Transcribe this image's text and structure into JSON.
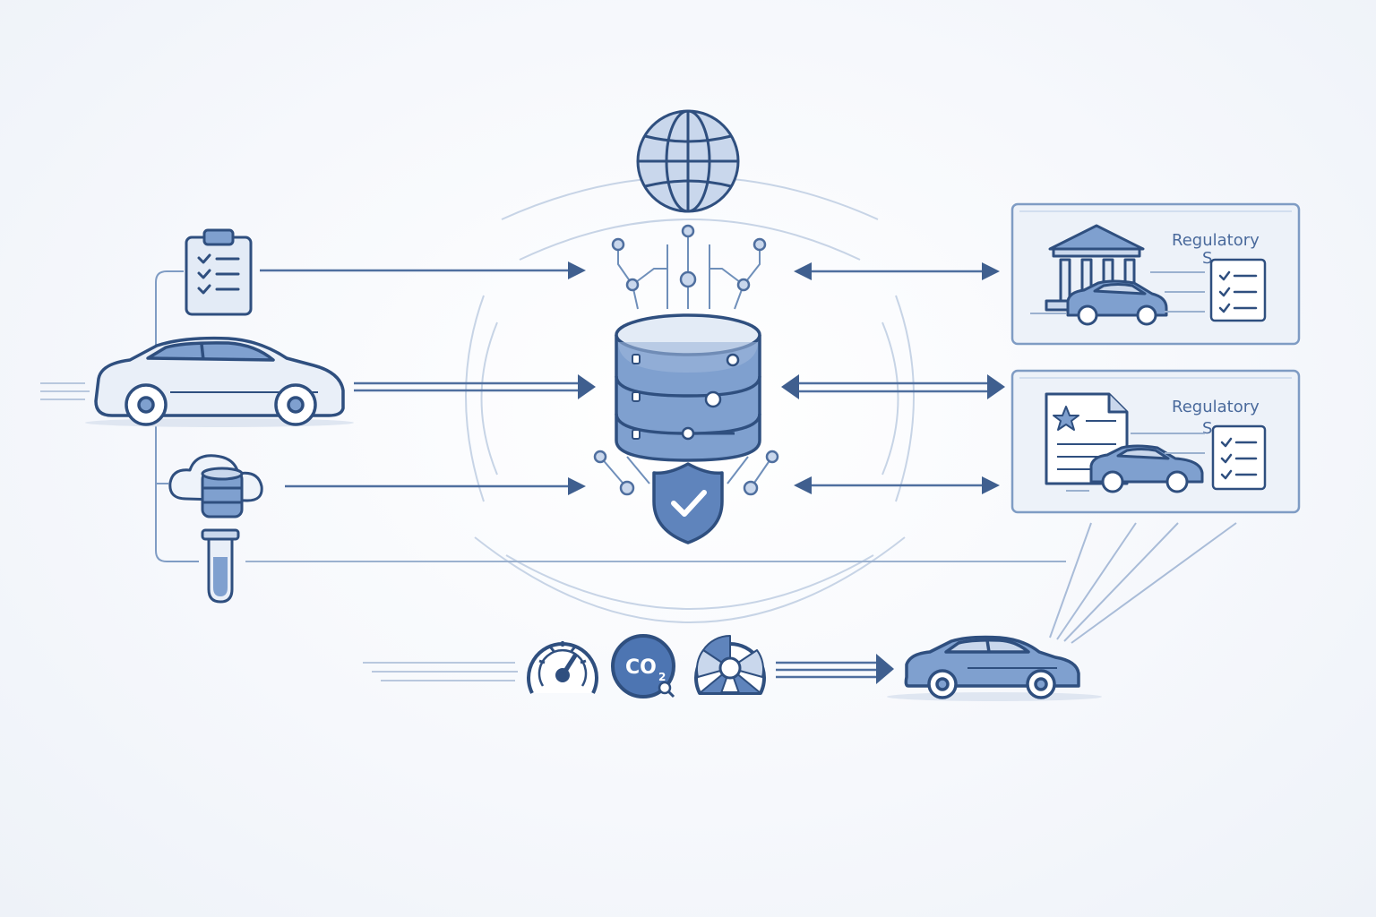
{
  "panels": [
    {
      "title": "Regulatory",
      "subtitle": "S"
    },
    {
      "title": "Regulatory",
      "subtitle": "S"
    }
  ],
  "gauges": {
    "co2_label": "CO",
    "co2_sub": "2"
  },
  "colors": {
    "stroke": "#2f4f7f",
    "fill": "#7fa0cf",
    "fill_light": "#c9d7ec",
    "fill_pale": "#e3ebf6",
    "line": "#6f8fba",
    "arc": "#c7d4e6"
  },
  "icons": [
    "clipboard-icon",
    "car-icon",
    "cloud-database-icon",
    "test-tube-icon",
    "globe-icon",
    "database-server-icon",
    "shield-check-icon",
    "bank-icon",
    "certificate-icon",
    "speedometer-icon",
    "co2-icon",
    "wheel-icon"
  ]
}
